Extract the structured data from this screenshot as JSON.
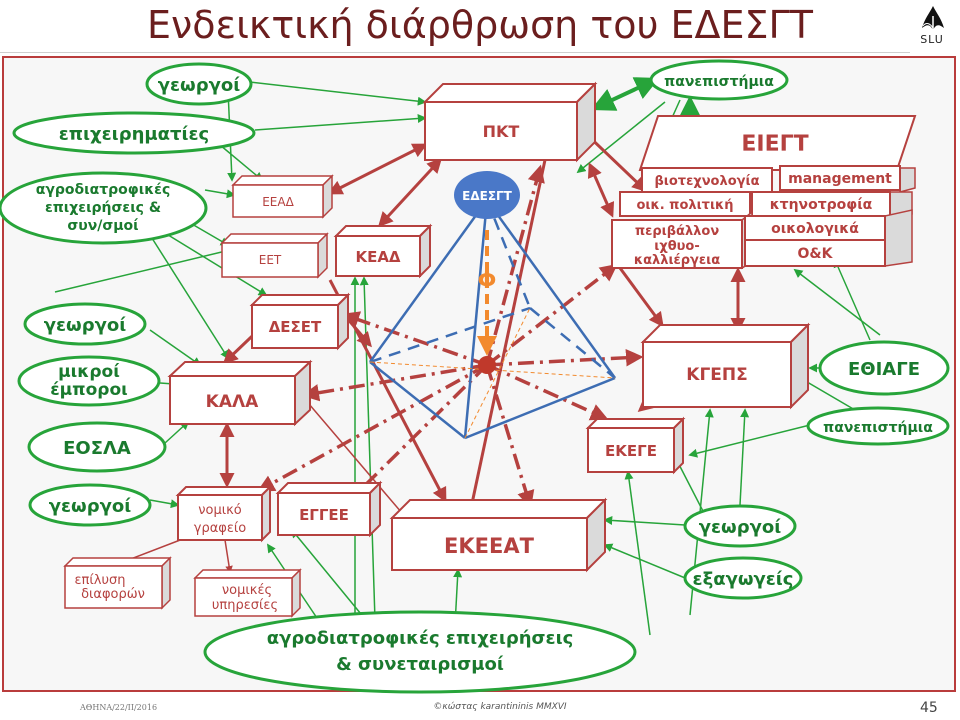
{
  "slide": {
    "title": "Ενδεικτική διάρθρωση του ΕΔΕΣΓΤ",
    "logo_text": "SLU",
    "footer_left": "ΑΘΗΝΑ/22/ΙΙ/2016",
    "footer_center": "©κώστας karantininis MMXVI",
    "page_number": "45"
  },
  "colors": {
    "red": "#b5413f",
    "green": "#27a43a",
    "blue": "#3d6db3",
    "orange": "#f28a2e",
    "box_fill": "#ffffff",
    "box_side": "#dadada"
  },
  "diagram": {
    "center_node": "ΕΔΕΣΓΤ",
    "center_label": "Φ",
    "boxes": {
      "pkt": "ΠΚΤ",
      "eigt": "ΕΙΕΓΤ",
      "biotech": "βιοτεχνολογία",
      "management": "management",
      "oik_politiki": "οικ. πολιτική",
      "ktinotrofia": "κτηνοτροφία",
      "perivallon": "περιβάλλον",
      "ichthyo_1": "ιχθυο-",
      "ichthyo_2": "καλλιέργεια",
      "oikologika": "οικολογικά",
      "ok": "Ο&Κ",
      "eead": "ΕΕΑΔ",
      "eet": "ΕΕΤ",
      "kead": "ΚΕΑΔ",
      "deset": "ΔΕΣΕΤ",
      "kala": "ΚΑΛΑ",
      "kgeps": "ΚΓΕΠΣ",
      "ekege": "ΕΚΕΓΕ",
      "nomiko_1": "νομικό",
      "nomiko_2": "γραφείο",
      "eggee": "ΕΓΓΕΕ",
      "ekeeat": "ΕΚΕΕΑΤ",
      "epilysi_1": "επίλυση",
      "epilysi_2": "διαφορών",
      "nomikes_1": "νομικές",
      "nomikes_2": "υπηρεσίες"
    },
    "ovals": {
      "georgoi_top": "γεωργοί",
      "epicheirimaties": "επιχειρηματίες",
      "agro_small_1": "αγροδιατροφικές",
      "agro_small_2": "επιχειρήσεις &",
      "agro_small_3": "συν/σμοί",
      "georgoi_mid": "γεωργοί",
      "mikroi_1": "μικροί",
      "mikroi_2": "έμποροι",
      "eosla": "ΕΟΣΛΑ",
      "georgoi_low": "γεωργοί",
      "panepistimia_top": "πανεπιστήμια",
      "ethiage": "ΕΘΙΑΓΕ",
      "panepistimia_right": "πανεπιστήμια",
      "georgoi_right": "γεωργοί",
      "exagogeis": "εξαγωγείς",
      "agro_big_1": "αγροδιατροφικές επιχειρήσεις",
      "agro_big_2": "& συνεταιρισμοί"
    }
  }
}
